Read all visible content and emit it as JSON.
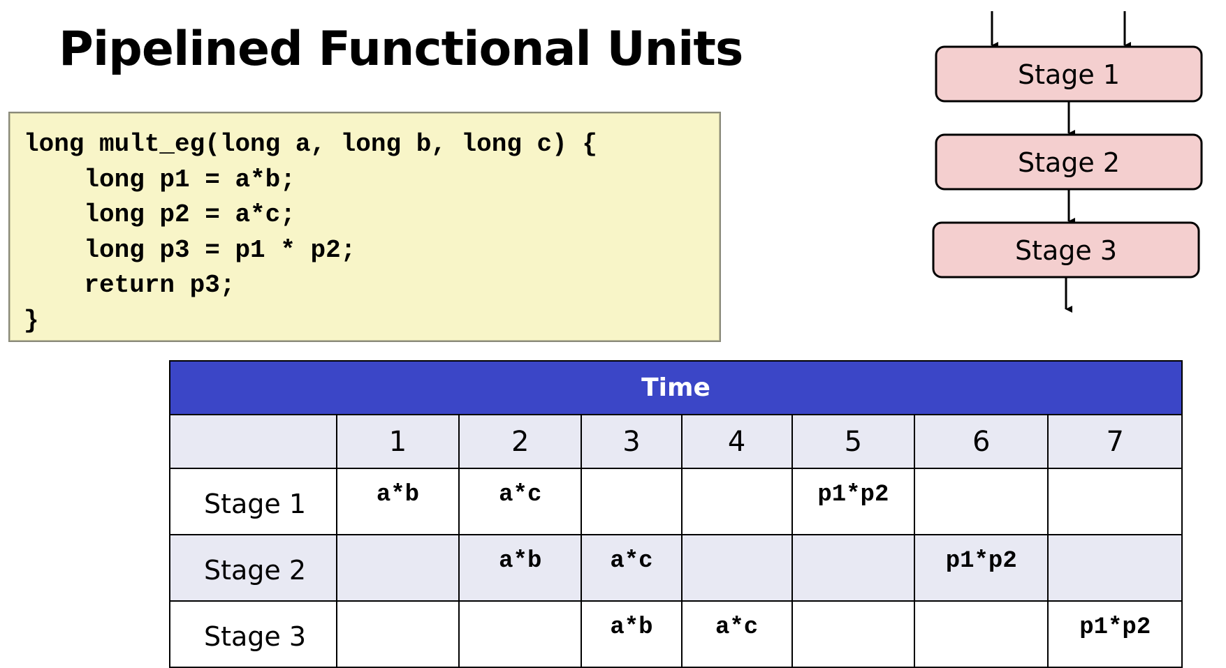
{
  "slide": {
    "title": "Pipelined Functional Units"
  },
  "code": {
    "lines": [
      "long mult_eg(long a, long b, long c) {",
      "    long p1 = a*b;",
      "    long p2 = a*c;",
      "    long p3 = p1 * p2;",
      "    return p3;",
      "}"
    ]
  },
  "diagram": {
    "stages": [
      "Stage 1",
      "Stage 2",
      "Stage 3"
    ],
    "box_fill": "#f4cfcf",
    "box_stroke": "#000000"
  },
  "table": {
    "header": "Time",
    "header_color": "#3b46c7",
    "columns": [
      "1",
      "2",
      "3",
      "4",
      "5",
      "6",
      "7"
    ],
    "rows": [
      {
        "label": "Stage 1",
        "cells": [
          "a*b",
          "a*c",
          "",
          "",
          "p1*p2",
          "",
          ""
        ]
      },
      {
        "label": "Stage 2",
        "cells": [
          "",
          "a*b",
          "a*c",
          "",
          "",
          "p1*p2",
          ""
        ]
      },
      {
        "label": "Stage 3",
        "cells": [
          "",
          "",
          "a*b",
          "a*c",
          "",
          "",
          "p1*p2"
        ]
      }
    ]
  }
}
